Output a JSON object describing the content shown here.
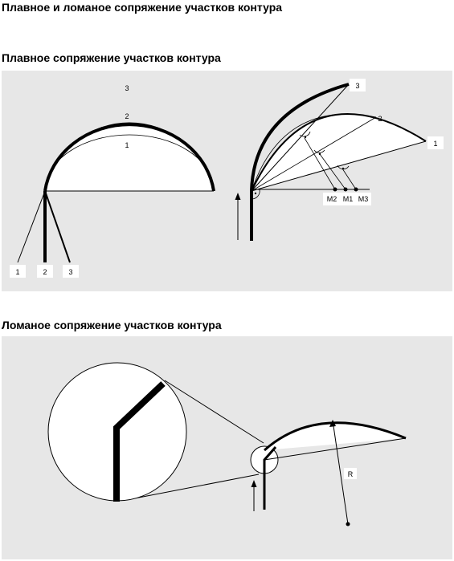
{
  "header": {
    "title": "Плавное и ломаное сопряжение участков контура"
  },
  "section_smooth": {
    "title": "Плавное сопряжение участков контура",
    "left_arc_labels": [
      "1",
      "2",
      "3"
    ],
    "left_line_labels": [
      "1",
      "2",
      "3"
    ],
    "right_arc_labels": [
      "1",
      "2",
      "3"
    ],
    "center_labels": [
      "M2",
      "M1",
      "M3"
    ]
  },
  "section_broken": {
    "title": "Ломаное сопряжение участков контура",
    "radius_label": "R"
  }
}
